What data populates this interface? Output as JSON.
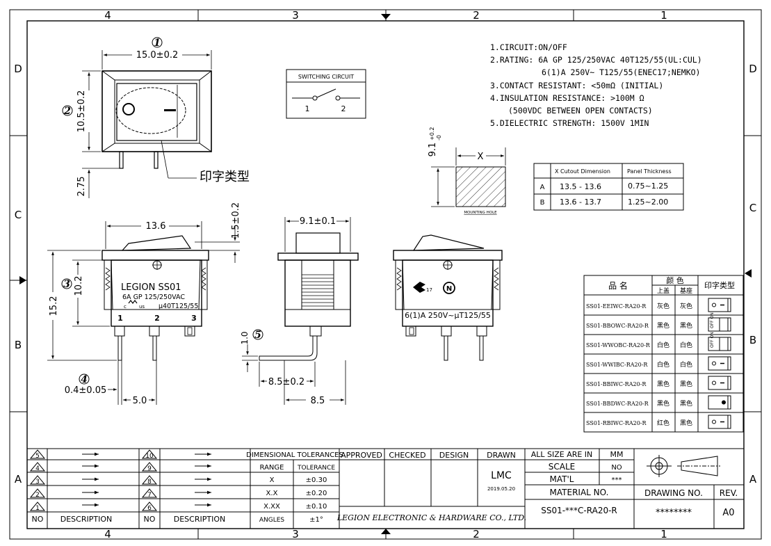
{
  "zones": {
    "cols": [
      "4",
      "3",
      "2",
      "1"
    ],
    "rows": [
      "D",
      "C",
      "B",
      "A"
    ]
  },
  "notes": [
    "1.CIRCUIT:ON/OFF",
    "2.RATING: 6A GP 125/250VAC 40T125/55(UL:CUL)",
    "6(1)A 250V~ T125/55(ENEC17;NEMKO)",
    "3.CONTACT RESISTANT: <50mΩ (INITIAL)",
    "4.INSULATION RESISTANCE: >100M Ω",
    "(500VDC BETWEEN OPEN CONTACTS)",
    "5.DIELECTRIC STRENGTH: 1500V 1MIN"
  ],
  "top_view": {
    "balloon": "1",
    "balloon2": "2",
    "width_dim": "15.0±0.2",
    "height_dim": "10.5±0.2",
    "pin_dim": "2.75",
    "print_label": "印字类型"
  },
  "switching_circuit": {
    "title": "SWITCHING CIRCUIT",
    "pin1": "1",
    "pin2": "2"
  },
  "mounting_hole": {
    "height_dim": "9.1",
    "tol_plus": "+0.2",
    "tol_minus": "-0",
    "x_label": "X",
    "caption": "MOUNTING HOLE"
  },
  "cutout_table": {
    "headers": [
      "",
      "X  Cutout Dimension",
      "Panel Thickness"
    ],
    "rows": [
      [
        "A",
        "13.5 - 13.6",
        "0.75~1.25"
      ],
      [
        "B",
        "13.6 - 13.7",
        "1.25~2.00"
      ]
    ]
  },
  "front_view": {
    "width_dim": "13.6",
    "top_dim": "1.5±0.2",
    "height_dim": "15.2",
    "body_dim": "10.2",
    "balloon3": "3",
    "brand": "LEGION  SS01",
    "rating": "6A GP 125/250VAC",
    "rating2": "μ40T125/55",
    "cert_c": "c",
    "cert_us": "us",
    "pins": [
      "1",
      "2",
      "3"
    ],
    "pin_thk": "0.4±0.05",
    "pin_pitch": "5.0",
    "balloon4": "4"
  },
  "side_view": {
    "width_dim": "9.1±0.1",
    "offset_dim": "8.5±0.2",
    "bend_dim": "1.0",
    "balloon5": "5"
  },
  "rear_view": {
    "rating": "6(1)A 250V~μT125/55",
    "cert_num": "17",
    "cert_n": "N",
    "pitch_dim": "8.5"
  },
  "parts_table": {
    "header_name": "品    名",
    "header_color": "颜 色",
    "header_cap": "上盖",
    "header_base": "基座",
    "header_print": "印字类型",
    "rows": [
      {
        "name": "SS01-EEIWC-RA20-R",
        "cap": "灰色",
        "base": "灰色",
        "print": "o-"
      },
      {
        "name": "SS01-BBOWC-RA20-R",
        "cap": "黑色",
        "base": "黑色",
        "print": "OFF ON"
      },
      {
        "name": "SS01-WWOBC-RA20-R",
        "cap": "白色",
        "base": "白色",
        "print": "OFF ON"
      },
      {
        "name": "SS01-WWIBC-RA20-R",
        "cap": "白色",
        "base": "白色",
        "print": "o-"
      },
      {
        "name": "SS01-BBIWC-RA20-R",
        "cap": "黑色",
        "base": "黑色",
        "print": "o-"
      },
      {
        "name": "SS01-BBDWC-RA20-R",
        "cap": "黑色",
        "base": "黑色",
        "print": "dot"
      },
      {
        "name": "SS01-RBIWC-RA20-R",
        "cap": "红色",
        "base": "黑色",
        "print": "o-"
      }
    ]
  },
  "title_block": {
    "rev_left": [
      "5",
      "4",
      "3",
      "2",
      "1"
    ],
    "rev_mid": [
      "10",
      "9",
      "8",
      "7",
      "6"
    ],
    "no": "NO",
    "description": "DESCRIPTION",
    "dim_tol": "DIMENSIONAL TOLERANCES",
    "range": "RANGE",
    "tolerance": "TOLERANCE",
    "tol_rows": [
      [
        "X",
        "±0.30"
      ],
      [
        "X.X",
        "±0.20"
      ],
      [
        "X.XX",
        "±0.10"
      ],
      [
        "ANGLES",
        "±1°"
      ]
    ],
    "approved": "APPROVED",
    "checked": "CHECKED",
    "design": "DESIGN",
    "drawn": "DRAWN",
    "drawn_by": "LMC",
    "date": "2019.05.20",
    "company": "LEGION ELECTRONIC & HARDWARE CO., LTD.",
    "all_size": "ALL SIZE ARE IN",
    "unit": "MM",
    "scale": "SCALE",
    "scale_val": "NO",
    "matl": "MAT'L",
    "matl_val": "***",
    "material_no": "MATERIAL NO.",
    "material_no_val": "SS01-***C-RA20-R",
    "drawing_no": "DRAWING NO.",
    "drawing_no_val": "********",
    "rev": "REV.",
    "rev_val": "A0"
  }
}
